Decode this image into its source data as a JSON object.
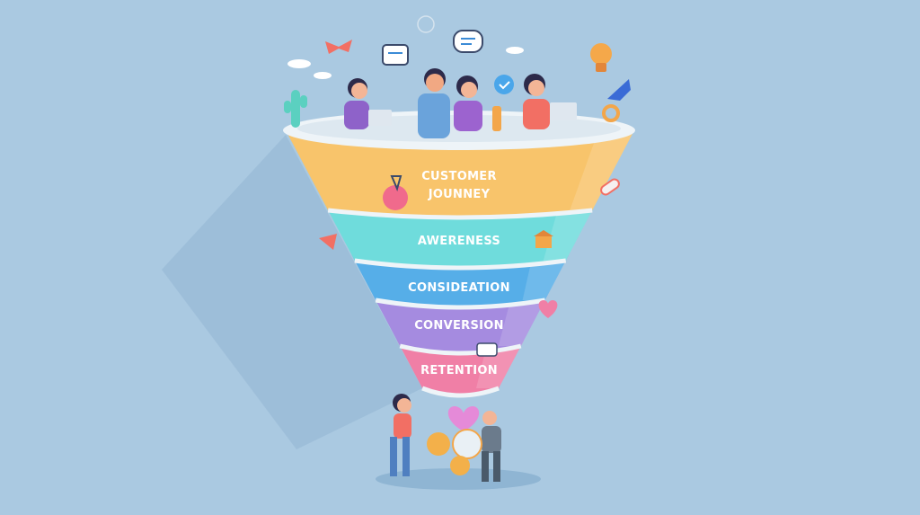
{
  "funnel": {
    "stages": [
      {
        "lines": [
          "CUSTOMER",
          "JOUNNEY"
        ],
        "color": "#f8c46b"
      },
      {
        "lines": [
          "AWERENESS"
        ],
        "color": "#6fdcdc"
      },
      {
        "lines": [
          "CONSIDEATION"
        ],
        "color": "#56aee8"
      },
      {
        "lines": [
          "CONVERSION"
        ],
        "color": "#a58be0"
      },
      {
        "lines": [
          "RETENTION"
        ],
        "color": "#f07fa6"
      }
    ]
  },
  "colors": {
    "background": "#aac9e1",
    "rim": "#eef4f8",
    "shadow": "#94b7d3"
  }
}
